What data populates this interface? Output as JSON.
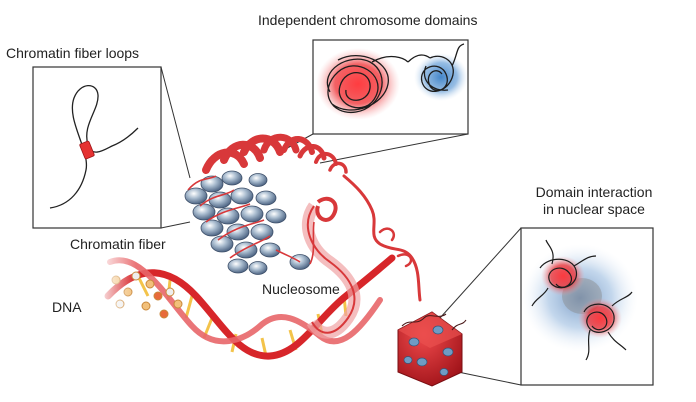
{
  "labels": {
    "chromatin_fiber_loops": "Chromatin fiber loops",
    "independent_domains": "Independent chromosome domains",
    "domain_interaction_line1": "Domain interaction",
    "domain_interaction_line2": "in nuclear space",
    "chromatin_fiber": "Chromatin fiber",
    "dna": "DNA",
    "nucleosome": "Nucleosome"
  },
  "colors": {
    "domain_red": "#e8262b",
    "domain_blue": "#3b7fc4",
    "fiber_red": "#d8383a",
    "nucleosome_blue": "#7f9bb9",
    "dna_red": "#d7262a",
    "base_pair_yellow": "#f3c34a",
    "frame": "#333333",
    "strand": "#1d1d1d"
  }
}
